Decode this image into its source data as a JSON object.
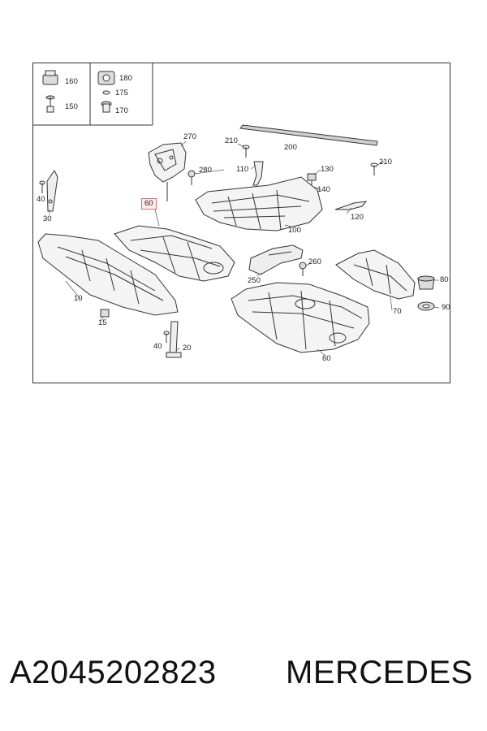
{
  "diagram": {
    "callouts": {
      "c160": "160",
      "c150": "150",
      "c180": "180",
      "c175": "175",
      "c170": "170",
      "c270": "270",
      "c210a": "210",
      "c200": "200",
      "c210b": "210",
      "c280": "280",
      "c110": "110",
      "c130": "130",
      "c140": "140",
      "c40a": "40",
      "c30": "30",
      "c60a": "60",
      "c120": "120",
      "c100": "100",
      "c260": "260",
      "c250": "250",
      "c80": "80",
      "c10": "10",
      "c70": "70",
      "c90": "90",
      "c15": "15",
      "c40b": "40",
      "c20": "20",
      "c60b": "60"
    },
    "highlighted_callout": "60"
  },
  "footer": {
    "part_number": "A2045202823",
    "brand": "MERCEDES"
  },
  "colors": {
    "frame": "#333333",
    "line_art": "#333333",
    "highlight_border": "#e06a6a",
    "highlight_fill": "#fbeaea"
  }
}
